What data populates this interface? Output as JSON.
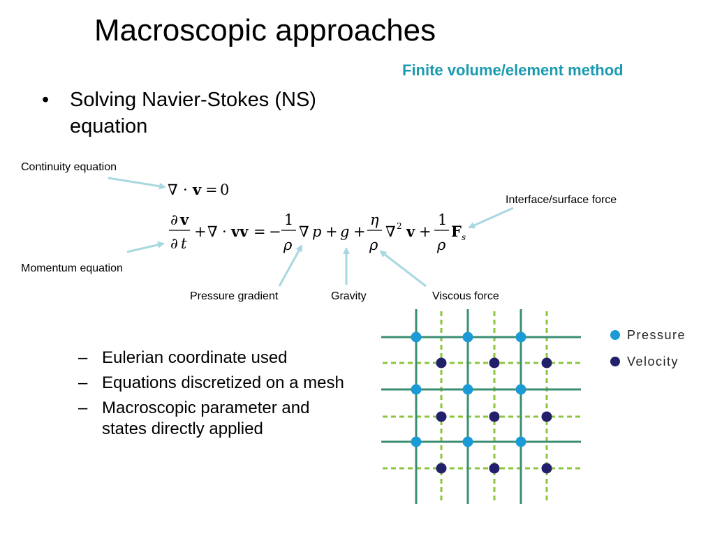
{
  "slide": {
    "title": "Macroscopic approaches",
    "subtitle": "Finite volume/element method",
    "bullet_marker": "•",
    "bullet": "Solving Navier-Stokes (NS) equation",
    "sub_bullet_marker": "–",
    "sub_bullets": [
      "Eulerian coordinate used",
      "Equations discretized on a mesh",
      "Macroscopic parameter and states directly applied"
    ]
  },
  "annotations": {
    "continuity": "Continuity equation",
    "momentum": "Momentum equation",
    "interface": "Interface/surface force",
    "pressure_gradient": "Pressure gradient",
    "gravity": "Gravity",
    "viscous": "Viscous force"
  },
  "equations": {
    "continuity": {
      "nabla": "∇",
      "dot": "·",
      "v": "v",
      "eq": "=",
      "zero": "0"
    },
    "momentum": {
      "partial": "∂",
      "v": "v",
      "t": "t",
      "plus": "+",
      "nabla": "∇",
      "dot": "·",
      "vv": "vv",
      "eq": "=",
      "minus": "−",
      "one": "1",
      "rho": "ρ",
      "p": "p",
      "g": "g",
      "eta": "η",
      "two": "2",
      "F": "F",
      "s": "s"
    }
  },
  "legend": {
    "pressure": "Pressure",
    "velocity": "Velocity"
  },
  "colors": {
    "title": "#000000",
    "subtitle": "#1a9ab0",
    "arrow": "#a8d8df",
    "grid_solid": "#3a8e72",
    "grid_dashed": "#8cc63f",
    "pressure_dot": "#1c9ad6",
    "velocity_dot": "#23206b"
  }
}
